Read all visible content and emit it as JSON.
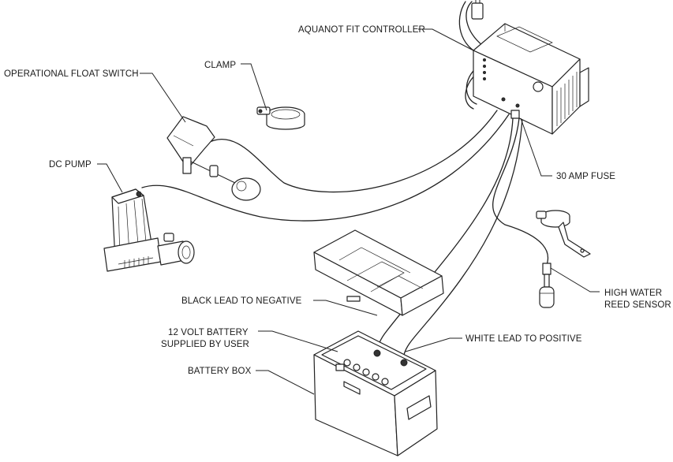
{
  "labels": {
    "controller": "AQUANOT FIT CONTROLLER",
    "float_switch": "OPERATIONAL FLOAT SWITCH",
    "clamp": "CLAMP",
    "dc_pump": "DC PUMP",
    "fuse": "30 AMP FUSE",
    "reed_sensor_line1": "HIGH WATER",
    "reed_sensor_line2": "REED SENSOR",
    "black_lead": "BLACK LEAD TO NEGATIVE",
    "white_lead": "WHITE LEAD TO POSITIVE",
    "battery_line1": "12 VOLT BATTERY",
    "battery_line2": "SUPPLIED BY USER",
    "battery_box": "BATTERY BOX"
  }
}
